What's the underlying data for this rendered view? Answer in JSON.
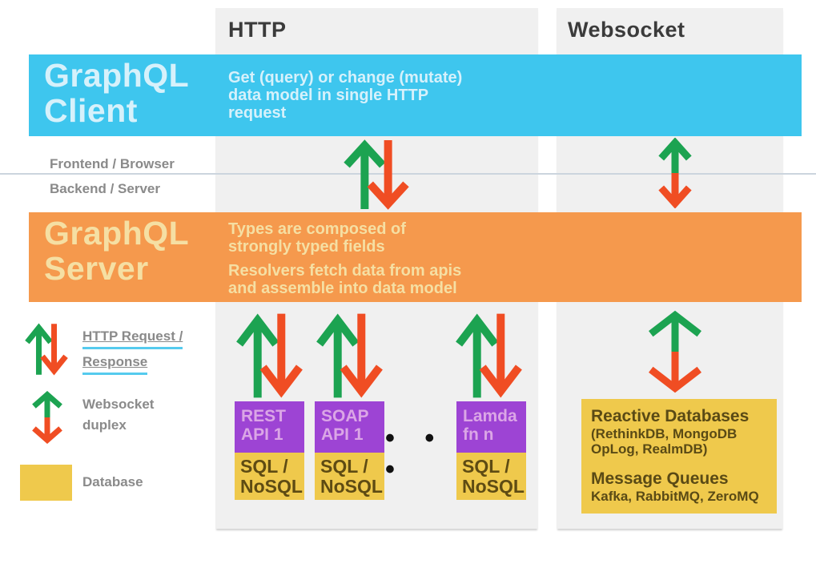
{
  "diagram": {
    "columns": {
      "http": "HTTP",
      "websocket": "Websocket"
    },
    "client_band": {
      "title_lines": [
        "GraphQL",
        "Client"
      ],
      "body_lines": [
        "Get (query) or change (mutate)",
        "data model in single HTTP",
        "request"
      ]
    },
    "boundary": {
      "frontend": "Frontend / Browser",
      "backend": "Backend / Server"
    },
    "server_band": {
      "title_lines": [
        "GraphQL",
        "Server"
      ],
      "body1_lines": [
        "Types are composed of",
        "strongly typed fields"
      ],
      "body2_lines": [
        "Resolvers fetch data from apis",
        "and assemble into data model"
      ]
    },
    "api_boxes": [
      {
        "api_lines": [
          "REST",
          "API 1"
        ],
        "db_lines": [
          "SQL /",
          "NoSQL"
        ]
      },
      {
        "api_lines": [
          "SOAP",
          "API 1"
        ],
        "db_lines": [
          "SQL /",
          "NoSQL"
        ]
      },
      {
        "api_lines": [
          "Lamda",
          "fn n"
        ],
        "db_lines": [
          "SQL /",
          "NoSQL"
        ]
      }
    ],
    "separator_dots": "•  •  •",
    "reactive_box": {
      "title1": "Reactive Databases",
      "sub1": "(RethinkDB, MongoDB OpLog, RealmDB)",
      "title2": "Message Queues",
      "sub2": "Kafka, RabbitMQ, ZeroMQ"
    },
    "legend": {
      "http_lines": [
        "HTTP Request /",
        "Response"
      ],
      "ws_lines": [
        "Websocket",
        "duplex"
      ],
      "database": "Database"
    },
    "colors": {
      "client_blue": "#3EC6EE",
      "client_text": "#D6F1FB",
      "server_orange": "#F5994D",
      "server_text": "#F5DFA3",
      "arrow_green": "#1CA351",
      "arrow_red": "#F04D23",
      "api_purple": "#9D44D4",
      "api_text": "#DBA6E6",
      "db_yellow": "#EFC94C",
      "db_text": "#5E4B13",
      "column_bg": "#F0F0F0",
      "label_gray": "#8A8A8A",
      "link_underline": "#55CBEE"
    }
  }
}
